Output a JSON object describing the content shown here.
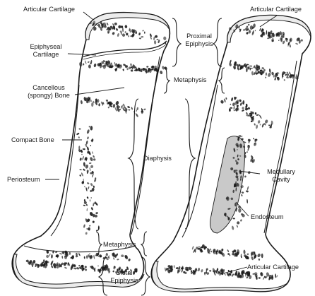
{
  "labels": {
    "articular_cartilage_left": "Articular Cartilage",
    "articular_cartilage_right": "Articular Cartilage",
    "epiphyseal_cartilage_1": "Epiphyseal",
    "epiphyseal_cartilage_2": "Cartilage",
    "cancellous_1": "Cancellous",
    "cancellous_2": "(spongy) Bone",
    "compact_bone": "Compact Bone",
    "periosteum": "Periosteum",
    "proximal_epiphysis_1": "Proximal",
    "proximal_epiphysis_2": "Epiphysis",
    "metaphysis_top": "Metaphysis",
    "diaphysis": "Diaphysis",
    "metaphysis_bottom": "Metaphysis",
    "distal_epiphysis_1": "Distal",
    "distal_epiphysis_2": "Epiphysis",
    "medullary_cavity_1": "Medullary",
    "medullary_cavity_2": "Cavity",
    "endosteum": "Endosteum",
    "articular_cartilage_bottom_right": "Articular Cartilage"
  },
  "colors": {
    "ink": "#1a1a1a",
    "cartilage": "#f2f2f2",
    "bone": "#ffffff",
    "cavity": "#c9c9c9"
  }
}
